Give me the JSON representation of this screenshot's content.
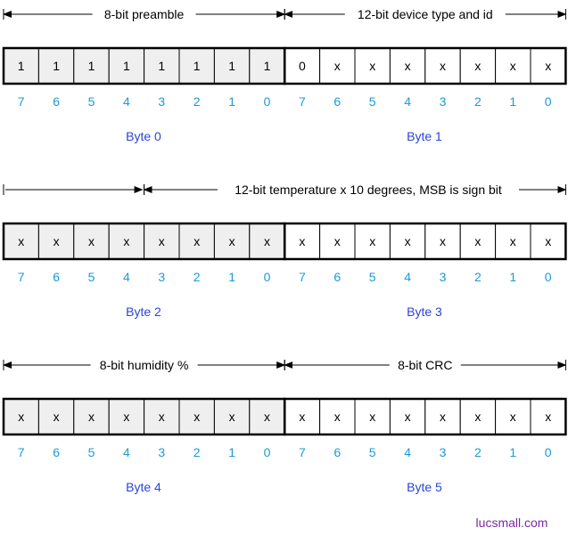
{
  "rows": [
    {
      "spans": [
        "8-bit preamble",
        "12-bit device type and id"
      ],
      "cells": [
        "1",
        "1",
        "1",
        "1",
        "1",
        "1",
        "1",
        "1",
        "0",
        "x",
        "x",
        "x",
        "x",
        "x",
        "x",
        "x"
      ],
      "shaded_count": 8,
      "bit_labels": [
        "7",
        "6",
        "5",
        "4",
        "3",
        "2",
        "1",
        "0",
        "7",
        "6",
        "5",
        "4",
        "3",
        "2",
        "1",
        "0"
      ],
      "bytes": [
        "Byte 0",
        "Byte 1"
      ]
    },
    {
      "spans": [
        "",
        "12-bit temperature x 10 degrees, MSB is sign bit"
      ],
      "cells": [
        "x",
        "x",
        "x",
        "x",
        "x",
        "x",
        "x",
        "x",
        "x",
        "x",
        "x",
        "x",
        "x",
        "x",
        "x",
        "x"
      ],
      "shaded_count": 8,
      "bit_labels": [
        "7",
        "6",
        "5",
        "4",
        "3",
        "2",
        "1",
        "0",
        "7",
        "6",
        "5",
        "4",
        "3",
        "2",
        "1",
        "0"
      ],
      "bytes": [
        "Byte 2",
        "Byte 3"
      ]
    },
    {
      "spans": [
        "8-bit humidity %",
        "8-bit CRC"
      ],
      "cells": [
        "x",
        "x",
        "x",
        "x",
        "x",
        "x",
        "x",
        "x",
        "x",
        "x",
        "x",
        "x",
        "x",
        "x",
        "x",
        "x"
      ],
      "shaded_count": 8,
      "bit_labels": [
        "7",
        "6",
        "5",
        "4",
        "3",
        "2",
        "1",
        "0",
        "7",
        "6",
        "5",
        "4",
        "3",
        "2",
        "1",
        "0"
      ],
      "bytes": [
        "Byte 4",
        "Byte 5"
      ]
    }
  ],
  "footer": {
    "credit": "lucsmall.com"
  },
  "colors": {
    "shaded_cell": "#efefef",
    "bit_label": "#1a9bd7",
    "byte_label": "#2b44d6",
    "credit": "#7a2a9e"
  }
}
